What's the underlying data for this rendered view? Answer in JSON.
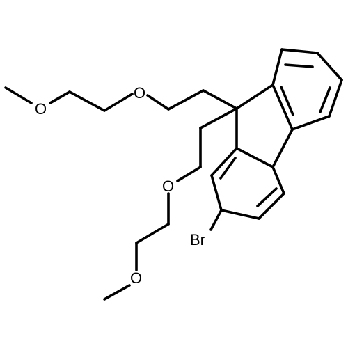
{
  "structure": {
    "atoms": {
      "oxygen_upper_1": "O",
      "oxygen_upper_2": "O",
      "oxygen_lower_1": "O",
      "oxygen_lower_2": "O",
      "bromine": "Br"
    },
    "colors": {
      "bond": "#000000",
      "label": "#000000",
      "background": "#ffffff"
    }
  }
}
